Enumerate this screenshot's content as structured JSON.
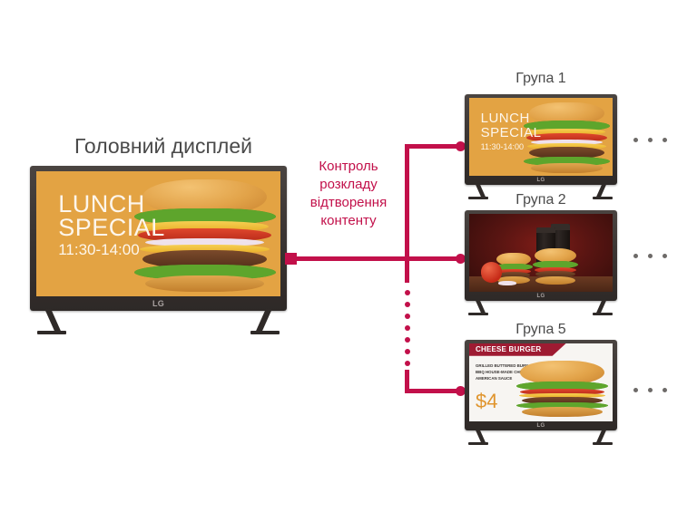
{
  "main_display": {
    "title": "Головний дисплей",
    "screen": {
      "content_type": "lunch-special",
      "headline_line1": "LUNCH",
      "headline_line2": "SPECIAL",
      "time_range": "11:30-14:00",
      "background_color": "#e3a343",
      "text_color": "#fdf6ec"
    },
    "brand_logo": "LG"
  },
  "connector": {
    "label": "Контроль\nрозкладу\nвідтворення\nконтенту",
    "color": "#c2104a",
    "source_cap": "square",
    "branch_endpoint": "dot",
    "continuation_style": "dotted",
    "continuation_dots": 7
  },
  "groups": [
    {
      "label": "Група 1",
      "brand_logo": "LG",
      "ellipsis": "• • •",
      "screen": {
        "content_type": "lunch-special",
        "headline_line1": "LUNCH",
        "headline_line2": "SPECIAL",
        "time_range": "11:30-14:00",
        "background_color": "#e3a343",
        "text_color": "#fdf6ec"
      }
    },
    {
      "label": "Група 2",
      "brand_logo": "LG",
      "ellipsis": "• • •",
      "screen": {
        "content_type": "burgers-and-drinks",
        "background_color": "#5a1512"
      }
    },
    {
      "label": "Група 5",
      "brand_logo": "LG",
      "ellipsis": "• • •",
      "screen": {
        "content_type": "cheese-burger",
        "ribbon_title": "CHEESE BURGER",
        "description_line1": "GRILLED BUTTERED BURN,",
        "description_line2": "BBQ HOUSE-MADE CHIPS,",
        "description_line3": "AMERICAN SAUCE",
        "price": "$4",
        "background_color": "#f7f5f2",
        "ribbon_color": "#9e1b32",
        "price_color": "#e0952e"
      }
    }
  ]
}
